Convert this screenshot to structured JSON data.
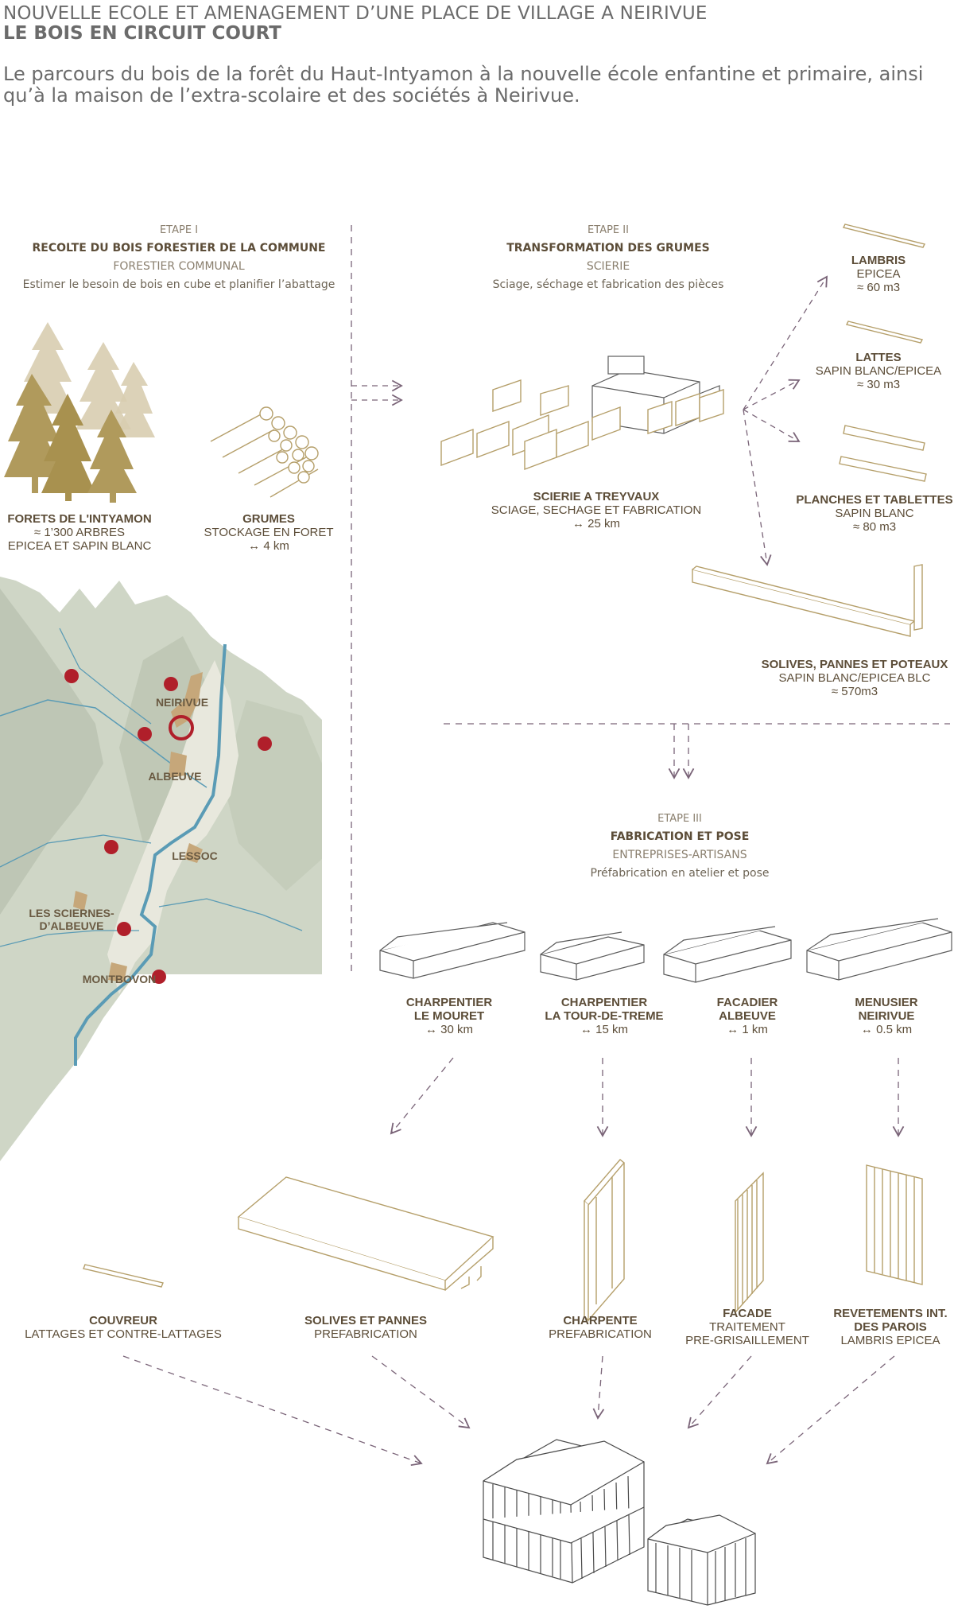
{
  "header": {
    "title": "NOUVELLE ECOLE ET AMENAGEMENT D’UNE PLACE DE VILLAGE A NEIRIVUE",
    "subtitle": "LE BOIS EN CIRCUIT COURT",
    "description": "Le parcours du bois de la forêt du Haut-Intyamon à la nouvelle école enfantine et primaire, ainsi qu’à la maison de l’extra-scolaire et des sociétés à Neirivue."
  },
  "stages": [
    {
      "number": "ETAPE I",
      "title": "RECOLTE DU BOIS FORESTIER DE LA COMMUNE",
      "role": "FORESTIER COMMUNAL",
      "description": "Estimer le besoin de bois en cube et planifier l’abattage"
    },
    {
      "number": "ETAPE II",
      "title": "TRANSFORMATION DES GRUMES",
      "role": "SCIERIE",
      "description": "Sciage, séchage et fabrication des pièces"
    },
    {
      "number": "ETAPE III",
      "title": "FABRICATION ET POSE",
      "role": "ENTREPRISES-ARTISANS",
      "description": "Préfabrication en atelier et pose"
    }
  ],
  "forest": {
    "forets": {
      "title": "FORETS DE L'INTYAMON",
      "line1": "≈ 1’300 ARBRES",
      "line2": "EPICEA ET SAPIN BLANC"
    },
    "grumes": {
      "title": "GRUMES",
      "line1": "STOCKAGE EN FORET",
      "line2": "↔ 4 km"
    }
  },
  "sawmill": {
    "title": "SCIERIE A TREYVAUX",
    "line1": "SCIAGE, SECHAGE ET FABRICATION",
    "line2": "↔ 25 km"
  },
  "products": [
    {
      "title": "LAMBRIS",
      "line1": "EPICEA",
      "line2": "≈ 60 m3"
    },
    {
      "title": "LATTES",
      "line1": "SAPIN BLANC/EPICEA",
      "line2": "≈ 30 m3"
    },
    {
      "title": "PLANCHES ET TABLETTES",
      "line1": "SAPIN BLANC",
      "line2": "≈ 80 m3"
    },
    {
      "title": "SOLIVES, PANNES ET POTEAUX",
      "line1": "SAPIN BLANC/EPICEA BLC",
      "line2": "≈ 570m3"
    }
  ],
  "map_places": [
    "NEIRIVUE",
    "ALBEUVE",
    "LESSOC",
    "LES SCIERNES-",
    "D’ALBEUVE",
    "MONTBOVON"
  ],
  "artisans": [
    {
      "title1": "CHARPENTIER",
      "title2": "LE MOURET",
      "dist": "↔ 30 km"
    },
    {
      "title1": "CHARPENTIER",
      "title2": "LA TOUR-DE-TREME",
      "dist": "↔ 15 km"
    },
    {
      "title1": "FACADIER",
      "title2": "ALBEUVE",
      "dist": "↔ 1 km"
    },
    {
      "title1": "MENUSIER",
      "title2": "NEIRIVUE",
      "dist": "↔ 0.5 km"
    }
  ],
  "components": [
    {
      "title": "COUVREUR",
      "line1": "LATTAGES ET CONTRE-LATTAGES",
      "line2": ""
    },
    {
      "title": "SOLIVES ET PANNES",
      "line1": "PREFABRICATION",
      "line2": ""
    },
    {
      "title": "CHARPENTE",
      "line1": "PREFABRICATION",
      "line2": ""
    },
    {
      "title": "FACADE",
      "line1": "TRAITEMENT",
      "line2": "PRE-GRISAILLEMENT"
    },
    {
      "title": "REVETEMENTS INT.",
      "line1": "DES PAROIS",
      "line2": "LAMBRIS EPICEA"
    }
  ],
  "colors": {
    "wood": "#b59f6a",
    "tree": "#b09a5c",
    "tree_light": "#d8cdb0",
    "arrow": "#7a6478",
    "river": "#5a9bb5",
    "marker": "#b01f2a",
    "terrain": "#cfd6c6"
  }
}
